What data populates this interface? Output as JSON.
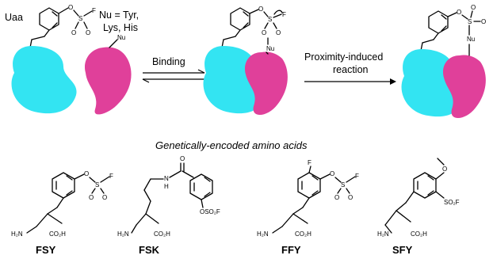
{
  "colors": {
    "protein_a": "#33e4f2",
    "protein_b": "#e0409a",
    "ink": "#000000"
  },
  "top": {
    "uaa_label": "Uaa",
    "nu_def_line1": "Nu = Tyr,",
    "nu_def_line2": "Lys, His",
    "binding_label": "Binding",
    "reaction_line1": "Proximity-induced",
    "reaction_line2": "reaction"
  },
  "atoms": {
    "O": "O",
    "S": "S",
    "F": "F",
    "Nu": "Nu",
    "H2N": "H₂N",
    "CO2H": "CO₂H",
    "H": "H",
    "N": "N",
    "OSO2F": "OSO₂F",
    "SO2F": "SO₂F"
  },
  "section_title": "Genetically-encoded amino acids",
  "amino_acids": [
    {
      "name": "FSY"
    },
    {
      "name": "FSK"
    },
    {
      "name": "FFY"
    },
    {
      "name": "SFY"
    }
  ]
}
